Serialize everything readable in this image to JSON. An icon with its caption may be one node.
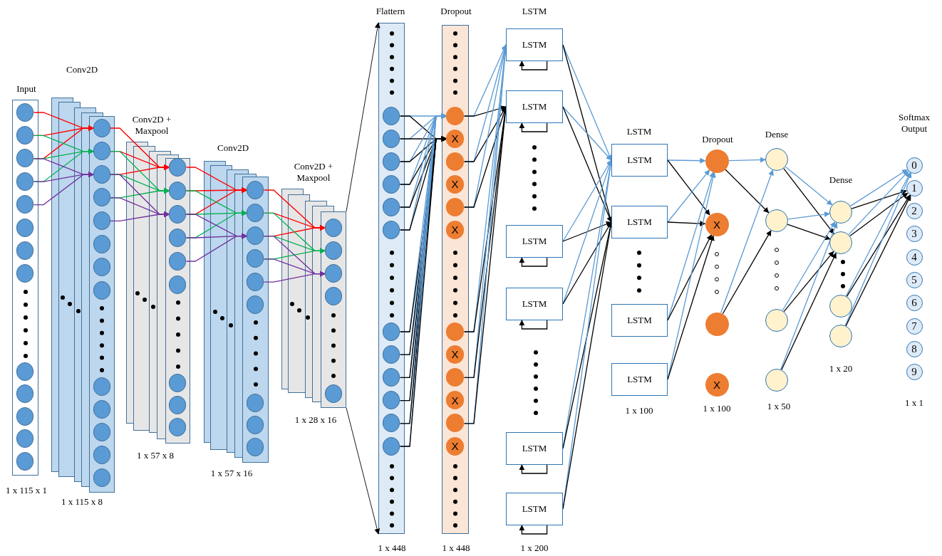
{
  "diagram": {
    "nodes": [
      {
        "text": [
          "Input"
        ],
        "beside": [
          "1 x 115 x 1"
        ]
      },
      {
        "text": [],
        "shape": "circle",
        "in": 0
      },
      {
        "text": [],
        "shape": "circle",
        "in": 0
      },
      {
        "text": [],
        "shape": "circle",
        "in": 0
      },
      {
        "text": [],
        "shape": "circle",
        "in": 0
      },
      {
        "text": [],
        "shape": "circle",
        "in": 0
      },
      {
        "text": [],
        "shape": "circle",
        "in": 0
      },
      {
        "text": [],
        "shape": "circle",
        "in": 0
      },
      {
        "text": [],
        "shape": "circle",
        "in": 0
      },
      {
        "text": [],
        "shape": "circle",
        "in": 0
      },
      {
        "text": [],
        "shape": "circle",
        "in": 0
      },
      {
        "text": [],
        "shape": "circle",
        "in": 0
      },
      {
        "text": [],
        "shape": "circle",
        "in": 0
      },
      {
        "text": [],
        "shape": "circle",
        "in": 0
      },
      {
        "text": [
          "Conv2D"
        ],
        "beside": [
          "1 x 115 x 8"
        ]
      },
      {
        "text": [],
        "shape": "circle",
        "in": 14
      },
      {
        "text": [],
        "shape": "circle",
        "in": 14
      },
      {
        "text": [],
        "shape": "circle",
        "in": 14
      },
      {
        "text": [],
        "shape": "circle",
        "in": 14
      },
      {
        "text": [],
        "shape": "circle",
        "in": 14
      },
      {
        "text": [],
        "shape": "circle",
        "in": 14
      },
      {
        "text": [],
        "shape": "circle",
        "in": 14
      },
      {
        "text": [],
        "shape": "circle",
        "in": 14
      },
      {
        "text": [],
        "shape": "circle",
        "in": 14
      },
      {
        "text": [],
        "shape": "circle",
        "in": 14
      },
      {
        "text": [],
        "shape": "circle",
        "in": 14
      },
      {
        "text": [],
        "shape": "circle",
        "in": 14
      },
      {
        "text": [],
        "shape": "circle",
        "in": 14
      },
      {
        "text": [
          "Conv2D + Maxpool"
        ],
        "beside": [
          "1 x 57 x 8"
        ]
      },
      {
        "text": [],
        "shape": "circle",
        "in": 28
      },
      {
        "text": [],
        "shape": "circle",
        "in": 28
      },
      {
        "text": [],
        "shape": "circle",
        "in": 28
      },
      {
        "text": [],
        "shape": "circle",
        "in": 28
      },
      {
        "text": [],
        "shape": "circle",
        "in": 28
      },
      {
        "text": [],
        "shape": "circle",
        "in": 28
      },
      {
        "text": [],
        "shape": "circle",
        "in": 28
      },
      {
        "text": [],
        "shape": "circle",
        "in": 28
      },
      {
        "text": [],
        "shape": "circle",
        "in": 28
      },
      {
        "text": [
          "Conv2D"
        ],
        "beside": [
          "1 x 57 x 16"
        ]
      },
      {
        "text": [],
        "shape": "circle",
        "in": 38
      },
      {
        "text": [],
        "shape": "circle",
        "in": 38
      },
      {
        "text": [],
        "shape": "circle",
        "in": 38
      },
      {
        "text": [],
        "shape": "circle",
        "in": 38
      },
      {
        "text": [],
        "shape": "circle",
        "in": 38
      },
      {
        "text": [],
        "shape": "circle",
        "in": 38
      },
      {
        "text": [],
        "shape": "circle",
        "in": 38
      },
      {
        "text": [],
        "shape": "circle",
        "in": 38
      },
      {
        "text": [],
        "shape": "circle",
        "in": 38
      },
      {
        "text": [
          "Conv2D + Maxpool"
        ],
        "beside": [
          "1 x 28 x 16"
        ]
      },
      {
        "text": [],
        "shape": "circle",
        "in": 48
      },
      {
        "text": [],
        "shape": "circle",
        "in": 48
      },
      {
        "text": [],
        "shape": "circle",
        "in": 48
      },
      {
        "text": [],
        "shape": "circle",
        "in": 48
      },
      {
        "text": [],
        "shape": "circle",
        "in": 48
      },
      {
        "text": [
          "Flattern"
        ],
        "beside": [
          "1 x 448"
        ]
      },
      {
        "text": [],
        "shape": "circle",
        "in": 54
      },
      {
        "text": [],
        "shape": "circle",
        "in": 54
      },
      {
        "text": [],
        "shape": "circle",
        "in": 54
      },
      {
        "text": [],
        "shape": "circle",
        "in": 54
      },
      {
        "text": [],
        "shape": "circle",
        "in": 54
      },
      {
        "text": [],
        "shape": "circle",
        "in": 54
      },
      {
        "text": [],
        "shape": "circle",
        "in": 54
      },
      {
        "text": [],
        "shape": "circle",
        "in": 54
      },
      {
        "text": [],
        "shape": "circle",
        "in": 54
      },
      {
        "text": [],
        "shape": "circle",
        "in": 54
      },
      {
        "text": [],
        "shape": "circle",
        "in": 54
      },
      {
        "text": [],
        "shape": "circle",
        "in": 54
      },
      {
        "text": [
          "Dropout"
        ],
        "beside": [
          "1 x 448"
        ]
      },
      {
        "text": [],
        "shape": "circle",
        "in": 67
      },
      {
        "text": [
          "X"
        ],
        "in": 67
      },
      {
        "text": [],
        "shape": "circle",
        "in": 67
      },
      {
        "text": [
          "X"
        ],
        "in": 67
      },
      {
        "text": [],
        "shape": "circle",
        "in": 67
      },
      {
        "text": [
          "X"
        ],
        "in": 67
      },
      {
        "text": [],
        "shape": "circle",
        "in": 67
      },
      {
        "text": [
          "X"
        ],
        "in": 67
      },
      {
        "text": [],
        "shape": "circle",
        "in": 67
      },
      {
        "text": [
          "X"
        ],
        "in": 67
      },
      {
        "text": [],
        "shape": "circle",
        "in": 67
      },
      {
        "text": [
          "X"
        ],
        "in": 67
      },
      {
        "text": [
          "LSTM"
        ]
      },
      {
        "text": [
          "LSTM"
        ]
      },
      {
        "text": [
          "LSTM"
        ]
      },
      {
        "text": [
          "LSTM"
        ]
      },
      {
        "text": [
          "LSTM"
        ]
      },
      {
        "text": [
          "LSTM"
        ]
      },
      {
        "text": [
          "LSTM"
        ]
      },
      {
        "text": [
          "LSTM"
        ]
      },
      {
        "text": [
          "LSTM"
        ]
      },
      {
        "text": [
          "LSTM"
        ]
      },
      {
        "text": [],
        "shape": "circle"
      },
      {
        "text": [
          "X"
        ]
      },
      {
        "text": [],
        "shape": "circle"
      },
      {
        "text": [
          "X"
        ]
      },
      {
        "text": [],
        "shape": "circle"
      },
      {
        "text": [],
        "shape": "circle"
      },
      {
        "text": [],
        "shape": "circle"
      },
      {
        "text": [],
        "shape": "circle"
      },
      {
        "text": [],
        "shape": "circle"
      },
      {
        "text": [],
        "shape": "circle"
      },
      {
        "text": [],
        "shape": "circle"
      },
      {
        "text": [],
        "shape": "circle"
      },
      {
        "text": [
          "0"
        ]
      },
      {
        "text": [
          "1"
        ]
      },
      {
        "text": [
          "2"
        ]
      },
      {
        "text": [
          "3"
        ]
      },
      {
        "text": [
          "4"
        ]
      },
      {
        "text": [
          "5"
        ]
      },
      {
        "text": [
          "6"
        ]
      },
      {
        "text": [
          "7"
        ]
      },
      {
        "text": [
          "8"
        ]
      },
      {
        "text": [
          "9"
        ]
      }
    ],
    "edges": [
      {
        "from": 1,
        "to": 15,
        "arrow": "to",
        "color": "#ff0000"
      },
      {
        "from": 2,
        "to": 15,
        "arrow": "to",
        "color": "#ff0000"
      },
      {
        "from": 3,
        "to": 15,
        "arrow": "to",
        "color": "#ff0000"
      },
      {
        "from": 2,
        "to": 16,
        "arrow": "to",
        "color": "#00b050"
      },
      {
        "from": 3,
        "to": 16,
        "arrow": "to",
        "color": "#00b050"
      },
      {
        "from": 4,
        "to": 16,
        "arrow": "to",
        "color": "#00b050"
      },
      {
        "from": 3,
        "to": 17,
        "arrow": "to",
        "color": "#7030a0"
      },
      {
        "from": 4,
        "to": 17,
        "arrow": "to",
        "color": "#7030a0"
      },
      {
        "from": 5,
        "to": 17,
        "arrow": "to",
        "color": "#7030a0"
      },
      {
        "from": 15,
        "to": 29,
        "arrow": "to",
        "color": "#ff0000"
      },
      {
        "from": 16,
        "to": 29,
        "arrow": "to",
        "color": "#ff0000"
      },
      {
        "from": 17,
        "to": 29,
        "arrow": "to",
        "color": "#ff0000"
      },
      {
        "from": 16,
        "to": 30,
        "arrow": "to",
        "color": "#00b050"
      },
      {
        "from": 17,
        "to": 30,
        "arrow": "to",
        "color": "#00b050"
      },
      {
        "from": 18,
        "to": 30,
        "arrow": "to",
        "color": "#00b050"
      },
      {
        "from": 17,
        "to": 31,
        "arrow": "to",
        "color": "#7030a0"
      },
      {
        "from": 18,
        "to": 31,
        "arrow": "to",
        "color": "#7030a0"
      },
      {
        "from": 19,
        "to": 31,
        "arrow": "to",
        "color": "#7030a0"
      },
      {
        "from": 29,
        "to": 39,
        "arrow": "to",
        "color": "#ff0000"
      },
      {
        "from": 30,
        "to": 39,
        "arrow": "to",
        "color": "#ff0000"
      },
      {
        "from": 31,
        "to": 39,
        "arrow": "to",
        "color": "#ff0000"
      },
      {
        "from": 30,
        "to": 40,
        "arrow": "to",
        "color": "#00b050"
      },
      {
        "from": 31,
        "to": 40,
        "arrow": "to",
        "color": "#00b050"
      },
      {
        "from": 32,
        "to": 40,
        "arrow": "to",
        "color": "#00b050"
      },
      {
        "from": 31,
        "to": 41,
        "arrow": "to",
        "color": "#7030a0"
      },
      {
        "from": 32,
        "to": 41,
        "arrow": "to",
        "color": "#7030a0"
      },
      {
        "from": 33,
        "to": 41,
        "arrow": "to",
        "color": "#7030a0"
      },
      {
        "from": 39,
        "to": 49,
        "arrow": "to",
        "color": "#ff0000"
      },
      {
        "from": 40,
        "to": 49,
        "arrow": "to",
        "color": "#ff0000"
      },
      {
        "from": 41,
        "to": 49,
        "arrow": "to",
        "color": "#ff0000"
      },
      {
        "from": 40,
        "to": 50,
        "arrow": "to",
        "color": "#00b050"
      },
      {
        "from": 41,
        "to": 50,
        "arrow": "to",
        "color": "#00b050"
      },
      {
        "from": 42,
        "to": 50,
        "arrow": "to",
        "color": "#00b050"
      },
      {
        "from": 41,
        "to": 51,
        "arrow": "to",
        "color": "#7030a0"
      },
      {
        "from": 42,
        "to": 51,
        "arrow": "to",
        "color": "#7030a0"
      },
      {
        "from": 43,
        "to": 51,
        "arrow": "to",
        "color": "#7030a0"
      },
      {
        "from": 48,
        "to": 54,
        "arrow": "to"
      },
      {
        "from": 48,
        "to": 54,
        "arrow": "to"
      },
      {
        "from": 55,
        "to": 68,
        "arrow": "to",
        "color": "#5b9bd5"
      },
      {
        "from": 55,
        "to": 69,
        "arrow": "to"
      },
      {
        "from": 56,
        "to": 68,
        "arrow": "to",
        "color": "#5b9bd5"
      },
      {
        "from": 56,
        "to": 69,
        "arrow": "to"
      },
      {
        "from": 57,
        "to": 68,
        "arrow": "to",
        "color": "#5b9bd5"
      },
      {
        "from": 57,
        "to": 69,
        "arrow": "to"
      },
      {
        "from": 58,
        "to": 68,
        "arrow": "to",
        "color": "#5b9bd5"
      },
      {
        "from": 58,
        "to": 69,
        "arrow": "to"
      },
      {
        "from": 59,
        "to": 68,
        "arrow": "to",
        "color": "#5b9bd5"
      },
      {
        "from": 59,
        "to": 69,
        "arrow": "to"
      },
      {
        "from": 60,
        "to": 68,
        "arrow": "to",
        "color": "#5b9bd5"
      },
      {
        "from": 60,
        "to": 69,
        "arrow": "to"
      },
      {
        "from": 61,
        "to": 68,
        "arrow": "to",
        "color": "#5b9bd5"
      },
      {
        "from": 61,
        "to": 69,
        "arrow": "to"
      },
      {
        "from": 62,
        "to": 68,
        "arrow": "to",
        "color": "#5b9bd5"
      },
      {
        "from": 62,
        "to": 69,
        "arrow": "to"
      },
      {
        "from": 63,
        "to": 68,
        "arrow": "to",
        "color": "#5b9bd5"
      },
      {
        "from": 63,
        "to": 69,
        "arrow": "to"
      },
      {
        "from": 64,
        "to": 68,
        "arrow": "to",
        "color": "#5b9bd5"
      },
      {
        "from": 64,
        "to": 69,
        "arrow": "to"
      },
      {
        "from": 65,
        "to": 68,
        "arrow": "to",
        "color": "#5b9bd5"
      },
      {
        "from": 65,
        "to": 69,
        "arrow": "to"
      },
      {
        "from": 66,
        "to": 68,
        "arrow": "to",
        "color": "#5b9bd5"
      },
      {
        "from": 66,
        "to": 69,
        "arrow": "to"
      },
      {
        "from": 68,
        "to": 80,
        "arrow": "to",
        "color": "#5b9bd5"
      },
      {
        "from": 68,
        "to": 81,
        "arrow": "to"
      },
      {
        "from": 70,
        "to": 80,
        "arrow": "to",
        "color": "#5b9bd5"
      },
      {
        "from": 70,
        "to": 81,
        "arrow": "to"
      },
      {
        "from": 72,
        "to": 80,
        "arrow": "to",
        "color": "#5b9bd5"
      },
      {
        "from": 72,
        "to": 81,
        "arrow": "to"
      },
      {
        "from": 74,
        "to": 80,
        "arrow": "to",
        "color": "#5b9bd5"
      },
      {
        "from": 74,
        "to": 81,
        "arrow": "to"
      },
      {
        "from": 76,
        "to": 80,
        "arrow": "to",
        "color": "#5b9bd5"
      },
      {
        "from": 76,
        "to": 81,
        "arrow": "to"
      },
      {
        "from": 78,
        "to": 80,
        "arrow": "to",
        "color": "#5b9bd5"
      },
      {
        "from": 78,
        "to": 81,
        "arrow": "to"
      },
      {
        "from": 80,
        "to": 86,
        "arrow": "to",
        "color": "#5b9bd5"
      },
      {
        "from": 80,
        "to": 87,
        "arrow": "to"
      },
      {
        "from": 81,
        "to": 86,
        "arrow": "to",
        "color": "#5b9bd5"
      },
      {
        "from": 81,
        "to": 87,
        "arrow": "to"
      },
      {
        "from": 82,
        "to": 86,
        "arrow": "to",
        "color": "#5b9bd5"
      },
      {
        "from": 82,
        "to": 87,
        "arrow": "to"
      },
      {
        "from": 83,
        "to": 86,
        "arrow": "to",
        "color": "#5b9bd5"
      },
      {
        "from": 83,
        "to": 87,
        "arrow": "to"
      },
      {
        "from": 84,
        "to": 86,
        "arrow": "to",
        "color": "#5b9bd5"
      },
      {
        "from": 84,
        "to": 87,
        "arrow": "to"
      },
      {
        "from": 85,
        "to": 86,
        "arrow": "to",
        "color": "#5b9bd5"
      },
      {
        "from": 85,
        "to": 87,
        "arrow": "to"
      },
      {
        "from": 80,
        "to": 80,
        "arrow": "to"
      },
      {
        "from": 81,
        "to": 81,
        "arrow": "to"
      },
      {
        "from": 82,
        "to": 82,
        "arrow": "to"
      },
      {
        "from": 83,
        "to": 83,
        "arrow": "to"
      },
      {
        "from": 84,
        "to": 84,
        "arrow": "to"
      },
      {
        "from": 85,
        "to": 85,
        "arrow": "to"
      },
      {
        "from": 86,
        "to": 90,
        "arrow": "to",
        "color": "#5b9bd5"
      },
      {
        "from": 86,
        "to": 91,
        "arrow": "to"
      },
      {
        "from": 87,
        "to": 90,
        "arrow": "to",
        "color": "#5b9bd5"
      },
      {
        "from": 87,
        "to": 91,
        "arrow": "to"
      },
      {
        "from": 88,
        "to": 90,
        "arrow": "to",
        "color": "#5b9bd5"
      },
      {
        "from": 88,
        "to": 91,
        "arrow": "to"
      },
      {
        "from": 89,
        "to": 90,
        "arrow": "to",
        "color": "#5b9bd5"
      },
      {
        "from": 89,
        "to": 91,
        "arrow": "to"
      },
      {
        "from": 90,
        "to": 94,
        "arrow": "to",
        "color": "#5b9bd5"
      },
      {
        "from": 90,
        "to": 95,
        "arrow": "to"
      },
      {
        "from": 92,
        "to": 94,
        "arrow": "to",
        "color": "#5b9bd5"
      },
      {
        "from": 92,
        "to": 95,
        "arrow": "to"
      },
      {
        "from": 94,
        "to": 98,
        "arrow": "to",
        "color": "#5b9bd5"
      },
      {
        "from": 94,
        "to": 99,
        "arrow": "to"
      },
      {
        "from": 95,
        "to": 98,
        "arrow": "to",
        "color": "#5b9bd5"
      },
      {
        "from": 95,
        "to": 99,
        "arrow": "to"
      },
      {
        "from": 96,
        "to": 98,
        "arrow": "to",
        "color": "#5b9bd5"
      },
      {
        "from": 96,
        "to": 99,
        "arrow": "to"
      },
      {
        "from": 97,
        "to": 98,
        "arrow": "to",
        "color": "#5b9bd5"
      },
      {
        "from": 97,
        "to": 99,
        "arrow": "to"
      },
      {
        "from": 98,
        "to": 102,
        "arrow": "to",
        "color": "#5b9bd5"
      },
      {
        "from": 98,
        "to": 103,
        "arrow": "to"
      },
      {
        "from": 99,
        "to": 102,
        "arrow": "to",
        "color": "#5b9bd5"
      },
      {
        "from": 99,
        "to": 103,
        "arrow": "to"
      },
      {
        "from": 100,
        "to": 102,
        "arrow": "to",
        "color": "#5b9bd5"
      },
      {
        "from": 100,
        "to": 103,
        "arrow": "to"
      },
      {
        "from": 101,
        "to": 102,
        "arrow": "to",
        "color": "#5b9bd5"
      },
      {
        "from": 101,
        "to": 103,
        "arrow": "to"
      }
    ],
    "labels": [
      "LSTM",
      "1 x 200",
      "LSTM",
      "1 x 100",
      "Dropout",
      "1 x 100",
      "Dense",
      "1 x 50",
      "Dense",
      "1 x 20",
      "Softmax Output",
      "1 x 1"
    ]
  }
}
